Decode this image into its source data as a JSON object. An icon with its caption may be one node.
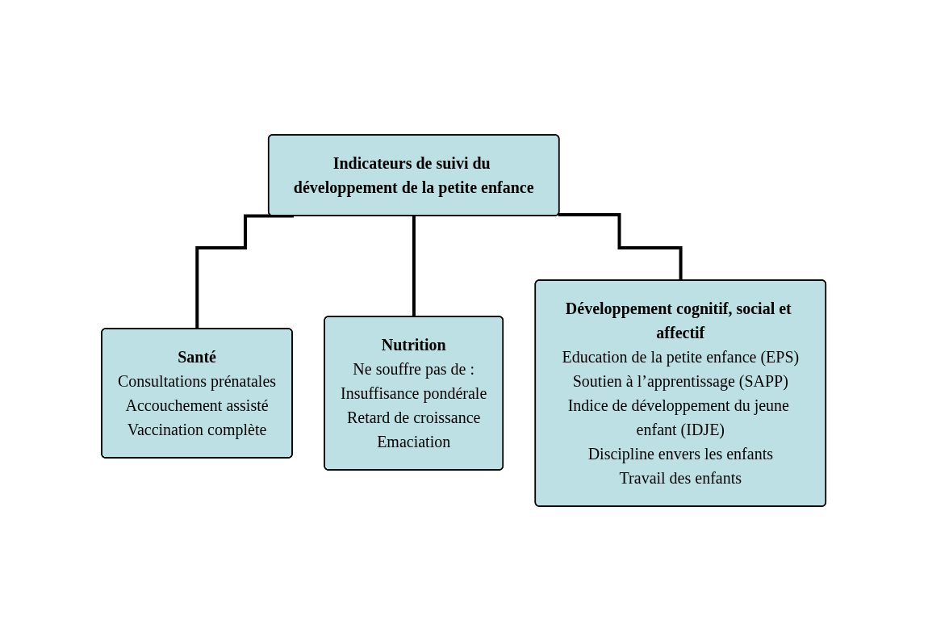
{
  "diagram": {
    "nodes": [
      {
        "text": [
          "Indicateurs de suivi du développement de la petite enfance"
        ]
      },
      {
        "text": [
          "Santé",
          "Consultations prénatales",
          "Accouchement assisté",
          "Vaccination complète"
        ]
      },
      {
        "text": [
          "Nutrition",
          "Ne souffre pas de :",
          "Insuffisance pondérale",
          "Retard de croissance",
          "Emaciation"
        ]
      },
      {
        "text": [
          "Développement cognitif, social et affectif",
          "Education de la petite enfance (EPS)",
          "Soutien à l’apprentissage (SAPP)",
          "Indice de développement du jeune enfant (IDJE)",
          "Discipline envers les enfants",
          "Travail des enfants"
        ]
      }
    ],
    "edges": [
      {
        "from": 0,
        "to": 1,
        "arrow": "none"
      },
      {
        "from": 0,
        "to": 2,
        "arrow": "none"
      },
      {
        "from": 0,
        "to": 3,
        "arrow": "none"
      }
    ]
  }
}
